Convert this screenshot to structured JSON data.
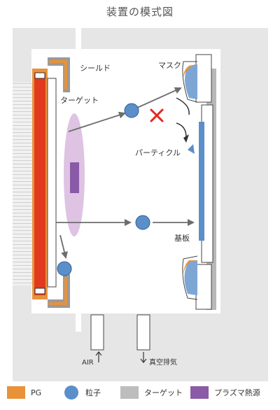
{
  "title": "装置の模式図",
  "labels": {
    "shield": "シールド",
    "target": "ターゲット",
    "mask": "マスク",
    "particle": "パーティクル",
    "substrate": "基板",
    "air": "AIR",
    "vacuum": "真空排気"
  },
  "legend": [
    {
      "name": "pg",
      "label": "PG",
      "color": "#e8923a",
      "shape": "square"
    },
    {
      "name": "particle",
      "label": "粒子",
      "color": "#5b8fc9",
      "shape": "circle"
    },
    {
      "name": "target",
      "label": "ターゲット",
      "color": "#bdbdbd",
      "shape": "square"
    },
    {
      "name": "plasma-source",
      "label": "プラズマ熱源",
      "color": "#8a5aa6",
      "shape": "square"
    }
  ],
  "colors": {
    "wall": "#e6e6e6",
    "heater": "#e23a1f",
    "pg": "#e8923a",
    "particle": "#5b8fc9",
    "plasma": "#d8b8de",
    "plasma_core": "#8a5aa6",
    "target": "#c6c6c6",
    "substrate": "#5b8fc9",
    "arrow": "#6d6d6d",
    "cross": "#e2271f"
  }
}
